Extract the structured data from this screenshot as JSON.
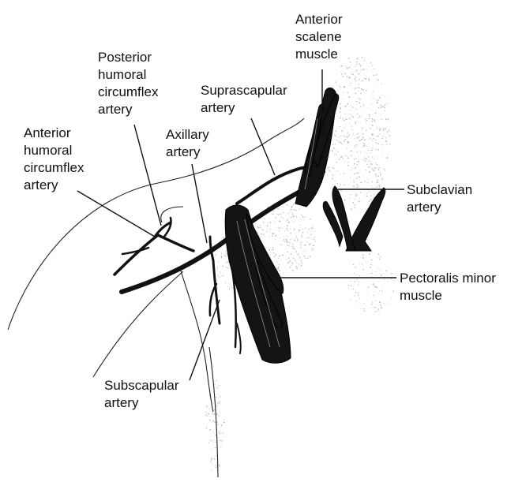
{
  "labels": {
    "anterior_scalene": [
      "Anterior",
      "scalene",
      "muscle"
    ],
    "posterior_humoral": [
      "Posterior",
      "humoral",
      "circumflex",
      "artery"
    ],
    "suprascapular": [
      "Suprascapular",
      "artery"
    ],
    "axillary": [
      "Axillary",
      "artery"
    ],
    "anterior_humoral": [
      "Anterior",
      "humoral",
      "circumflex",
      "artery"
    ],
    "subclavian": [
      "Subclavian",
      "artery"
    ],
    "pectoralis_minor": [
      "Pectoralis minor",
      "muscle"
    ],
    "subscapular": [
      "Subscapular",
      "artery"
    ]
  },
  "colors": {
    "ink": "#111111",
    "stipple": "#b8b8b8",
    "background": "#ffffff"
  }
}
